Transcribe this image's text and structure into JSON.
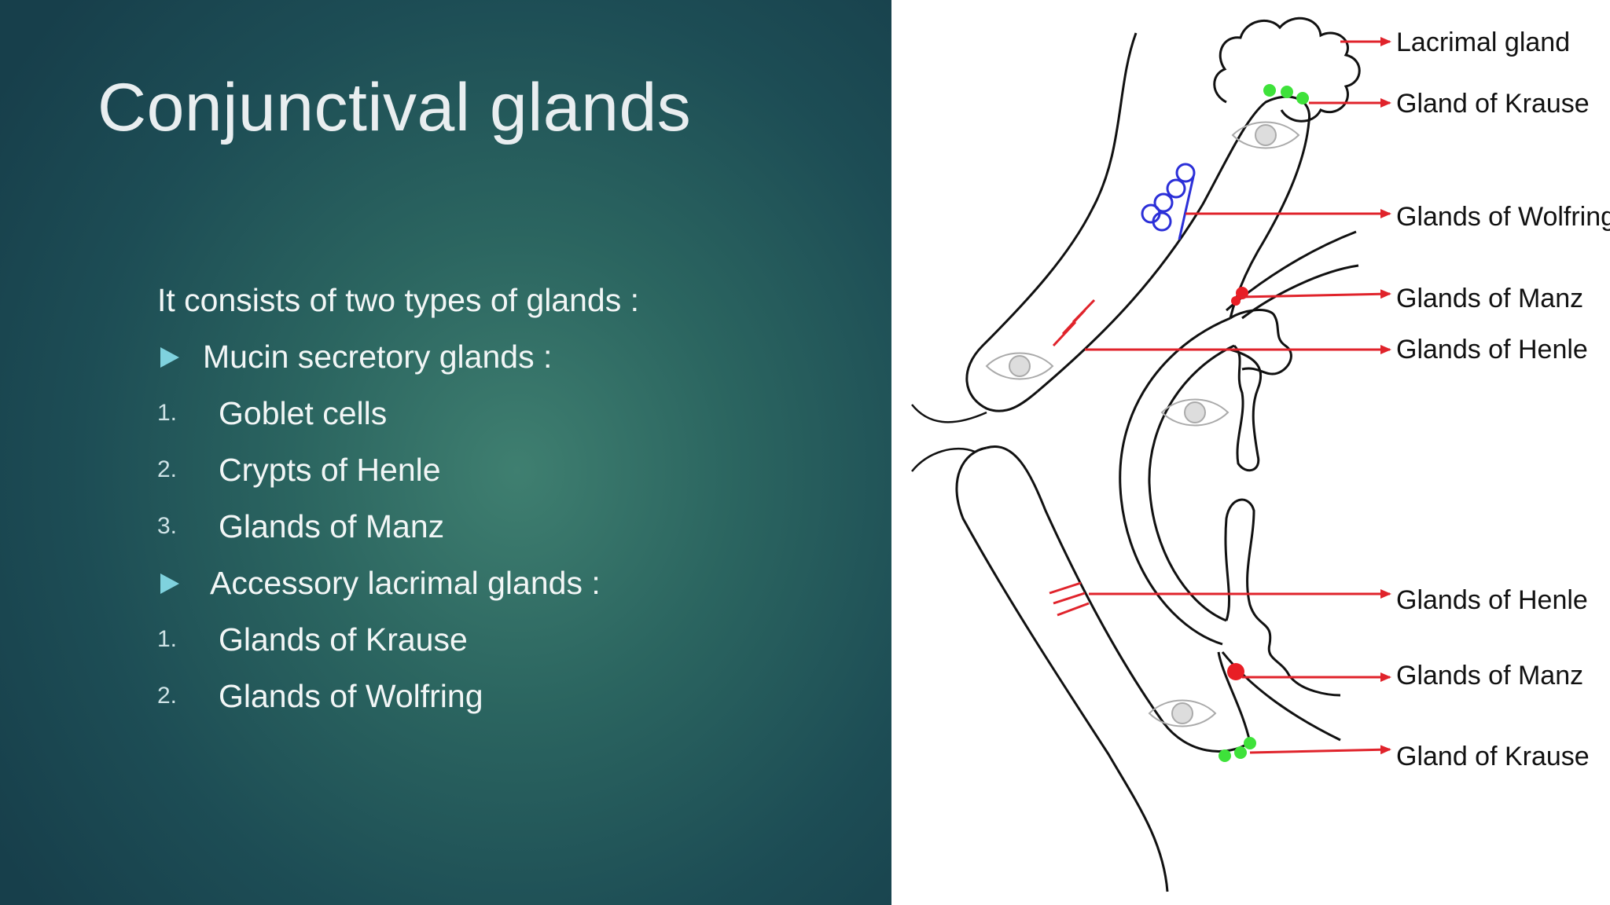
{
  "title": "Conjunctival glands",
  "intro": "It consists of two types of glands :",
  "groups": [
    {
      "heading": "Mucin secretory glands :",
      "items": [
        {
          "num": "1.",
          "text": "Goblet cells"
        },
        {
          "num": "2.",
          "text": "Crypts of Henle"
        },
        {
          "num": "3.",
          "text": "Glands of Manz"
        }
      ]
    },
    {
      "heading": "Accessory lacrimal glands :",
      "items": [
        {
          "num": "1.",
          "text": "Glands of Krause"
        },
        {
          "num": "2.",
          "text": "Glands of Wolfring"
        }
      ]
    }
  ],
  "diagram": {
    "labels": {
      "lacrimal_gland": "Lacrimal gland",
      "krause_top": "Gland of Krause",
      "wolfring": "Glands of Wolfring",
      "manz_top": "Glands of Manz",
      "henle_top": "Glands of Henle",
      "henle_bottom": "Glands of Henle",
      "manz_bottom": "Glands of Manz",
      "krause_bottom": "Gland of Krause"
    },
    "colors": {
      "arrow": "#e0232b",
      "krause": "#3ee23a",
      "wolfring": "#2b2fd8",
      "manz": "#e81e25",
      "henle": "#e0232b",
      "outline": "#111111"
    }
  }
}
